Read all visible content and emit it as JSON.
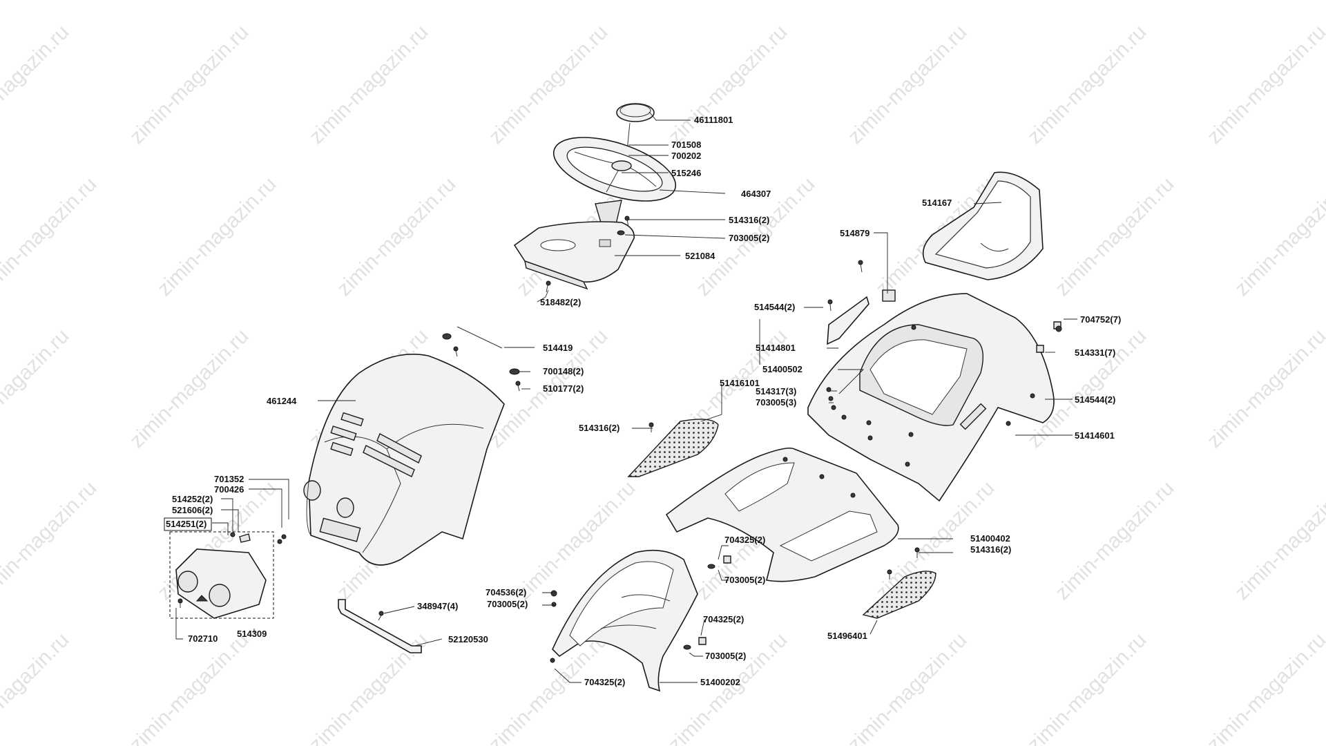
{
  "watermark": "zimin-magazin.ru",
  "part_numbers": {
    "p46111801": "46111801",
    "p701508": "701508",
    "p700202": "700202",
    "p515246": "515246",
    "p464307": "464307",
    "p514316_a": "514316(2)",
    "p703005_a": "703005(2)",
    "p521084": "521084",
    "p518482": "518482(2)",
    "p514419": "514419",
    "p700148": "700148(2)",
    "p510177": "510177(2)",
    "p461244": "461244",
    "p701352": "701352",
    "p700426": "700426",
    "p514252": "514252(2)",
    "p521606": "521606(2)",
    "p514251": "514251(2)",
    "p702710": "702710",
    "p514309": "514309",
    "p348947": "348947(4)",
    "p52120530": "52120530",
    "p514167": "514167",
    "p514879": "514879",
    "p514544_a": "514544(2)",
    "p51414801": "51414801",
    "p51400502": "51400502",
    "p514317": "514317(3)",
    "p703005_b": "703005(3)",
    "p51416101": "51416101",
    "p514316_b": "514316(2)",
    "p704752": "704752(7)",
    "p514331": "514331(7)",
    "p514544_b": "514544(2)",
    "p51414601": "51414601",
    "p704325_a": "704325(2)",
    "p703005_c": "703005(2)",
    "p51400402": "51400402",
    "p514316_c": "514316(2)",
    "p704536": "704536(2)",
    "p703005_d": "703005(2)",
    "p704325_b": "704325(2)",
    "p703005_e": "703005(2)",
    "p704325_c": "704325(2)",
    "p51400202": "51400202",
    "p51496401": "51496401"
  }
}
